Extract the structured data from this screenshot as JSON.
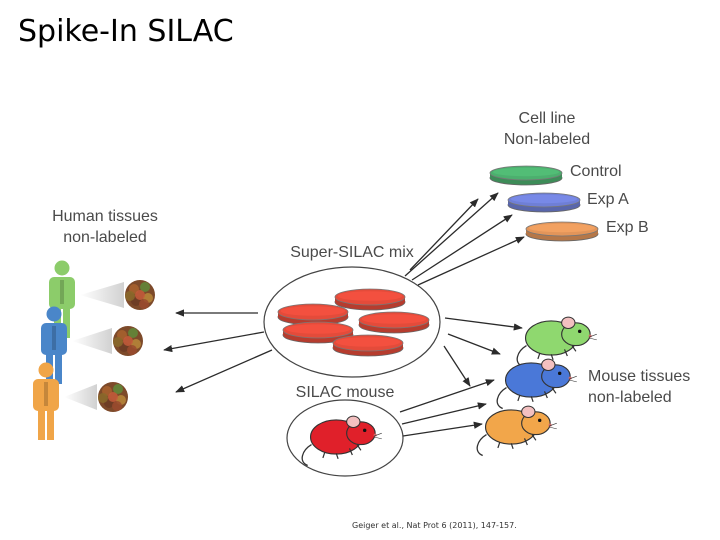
{
  "slide": {
    "title": "Spike-In SILAC",
    "citation": "Geiger et al., Nat Prot 6 (2011), 147-157."
  },
  "diagram": {
    "cell_line_label": [
      "Cell line",
      "Non-labeled"
    ],
    "dishes": [
      {
        "label": "Control",
        "color": "#4caf6e"
      },
      {
        "label": "Exp A",
        "color": "#6f7fd6"
      },
      {
        "label": "Exp B",
        "color": "#e2955a"
      }
    ],
    "human_tissues_label": [
      "Human tissues",
      "non-labeled"
    ],
    "humans": [
      {
        "name": "green-human",
        "color": "#8ccc6a"
      },
      {
        "name": "blue-human",
        "color": "#4a86c9"
      },
      {
        "name": "orange-human",
        "color": "#f0a548"
      }
    ],
    "super_silac_label": "Super-SILAC mix",
    "super_silac_dish_color": "#e44b3a",
    "silac_mouse_label": "SILAC mouse",
    "silac_mouse_color": "#e0202a",
    "mouse_tissues_label": [
      "Mouse tissues",
      "non-labeled"
    ],
    "mice": [
      {
        "name": "green-mouse",
        "color": "#8fd86f"
      },
      {
        "name": "blue-mouse",
        "color": "#4a78d8"
      },
      {
        "name": "orange-mouse",
        "color": "#f2a64a"
      }
    ]
  }
}
